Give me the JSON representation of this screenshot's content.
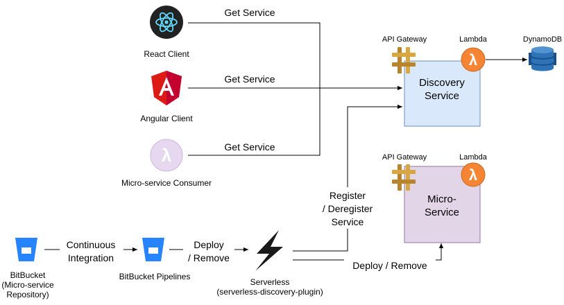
{
  "clients": {
    "react": {
      "label": "React Client",
      "icon": "react-logo-icon"
    },
    "angular": {
      "label": "Angular Client",
      "icon": "angular-logo-icon"
    },
    "consumer": {
      "label": "Micro-service Consumer",
      "icon": "lambda-consumer-icon"
    }
  },
  "edges": {
    "get_service_1": "Get Service",
    "get_service_2": "Get Service",
    "get_service_3": "Get Service",
    "continuous_integration": [
      "Continuous",
      "Integration"
    ],
    "deploy_remove_1": [
      "Deploy",
      "/ Remove"
    ],
    "register": [
      "Register",
      "/ Deregister",
      "Service"
    ],
    "deploy_remove_2": "Deploy / Remove"
  },
  "discovery": {
    "title": [
      "Discovery",
      "Service"
    ],
    "api_gateway": "API Gateway",
    "lambda": "Lambda",
    "fill": "#dae8fc",
    "stroke": "#6c8ebf"
  },
  "micro": {
    "title": [
      "Micro-",
      "Service"
    ],
    "api_gateway": "API Gateway",
    "lambda": "Lambda",
    "fill": "#e1d5e7",
    "stroke": "#9673a6"
  },
  "dynamodb": {
    "label": "DynamoDB",
    "color": "#2e73b8"
  },
  "pipeline": {
    "bitbucket": [
      "BitBucket",
      "(Micro-service",
      "Repository)"
    ],
    "pipelines": "BitBucket Pipelines",
    "serverless": [
      "Serverless",
      "(serverless-discovery-plugin)"
    ]
  },
  "colors": {
    "bitbucket_blue": "#2684ff",
    "aws_orange": "#f58534",
    "api_gateway_gold": "#d9a741",
    "angular_red": "#dd1b16"
  }
}
